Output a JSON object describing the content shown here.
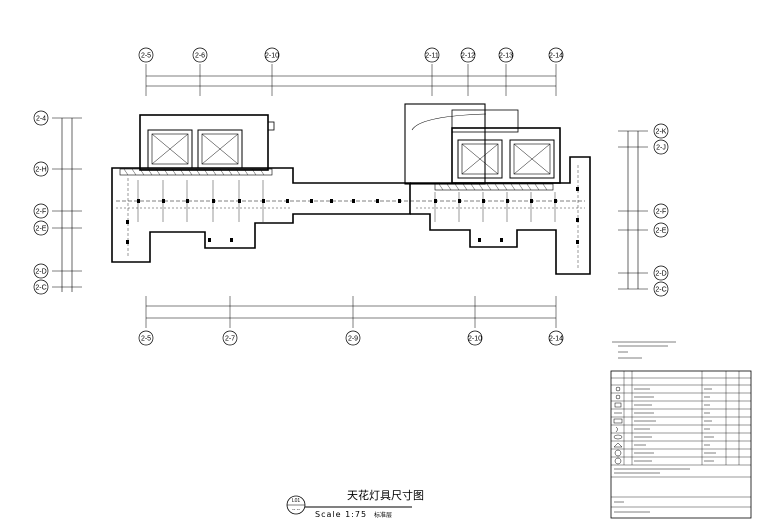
{
  "drawing": {
    "title": "天花灯具尺寸图",
    "scale": "Scale 1:75",
    "subtitle": "标准层",
    "detail_no": "L01",
    "detail_sheet": "-- --"
  },
  "grid_top": [
    "2-5",
    "2-6",
    "2-10",
    "2-11",
    "2-12",
    "2-13",
    "2-14"
  ],
  "grid_bottom": [
    "2-5",
    "2-7",
    "2-9",
    "2-10",
    "2-14"
  ],
  "grid_left": [
    "2-4",
    "2-H",
    "2-F",
    "2-E",
    "2-D",
    "2-C"
  ],
  "grid_right": [
    "2-K",
    "2-J",
    "2-F",
    "2-E",
    "2-D",
    "2-C"
  ],
  "legend": {
    "rows": 10
  }
}
